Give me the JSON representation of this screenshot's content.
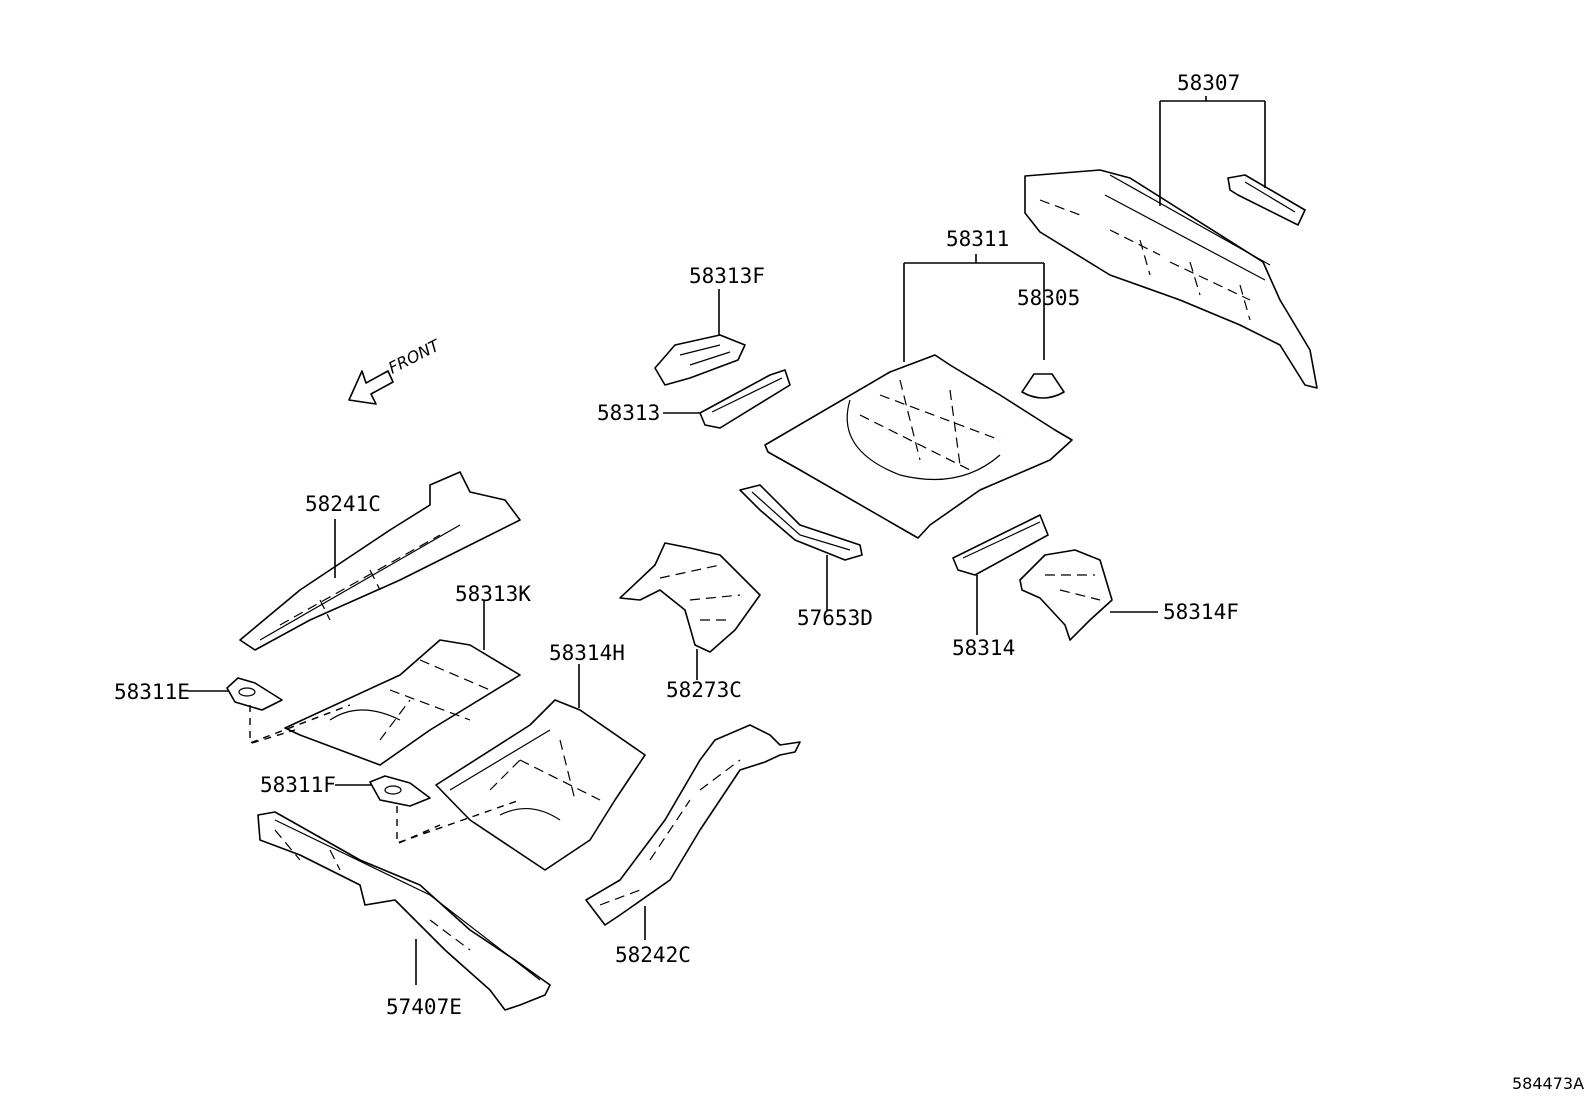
{
  "front_label": "FRONT",
  "diagram_id": "584473A",
  "parts": {
    "p58307": "58307",
    "p58311": "58311",
    "p58305": "58305",
    "p58313F": "58313F",
    "p58313": "58313",
    "p58241C": "58241C",
    "p58313K": "58313K",
    "p58311E": "58311E",
    "p58314H": "58314H",
    "p58273C": "58273C",
    "p57653D": "57653D",
    "p58314": "58314",
    "p58314F": "58314F",
    "p58311F": "58311F",
    "p58242C": "58242C",
    "p57407E": "57407E"
  }
}
